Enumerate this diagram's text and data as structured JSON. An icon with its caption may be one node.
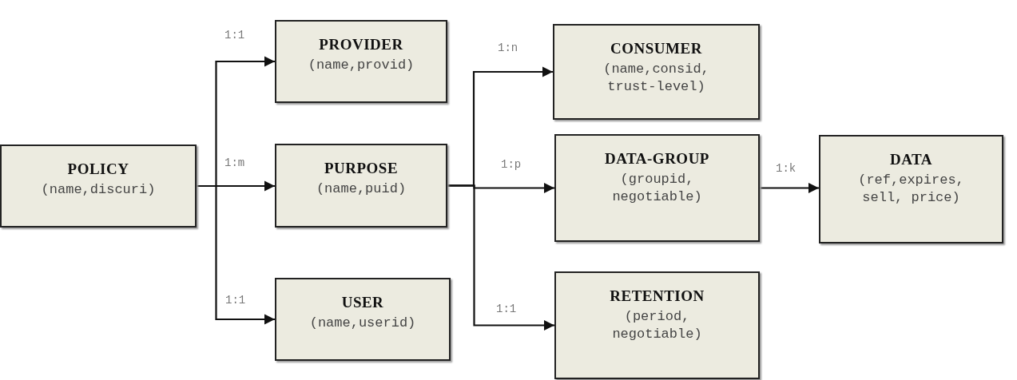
{
  "diagram": {
    "nodes": [
      {
        "text": [
          "POLICY",
          "(name,discuri)"
        ]
      },
      {
        "text": [
          "PROVIDER",
          "(name,provid)"
        ]
      },
      {
        "text": [
          "PURPOSE",
          "(name,puid)"
        ]
      },
      {
        "text": [
          "USER",
          "(name,userid)"
        ]
      },
      {
        "text": [
          "CONSUMER",
          "(name,consid, trust-level)"
        ]
      },
      {
        "text": [
          "DATA-GROUP",
          "(groupid, negotiable)"
        ]
      },
      {
        "text": [
          "RETENTION",
          "(period, negotiable)"
        ]
      },
      {
        "text": [
          "DATA",
          "(ref,expires, sell, price)"
        ]
      }
    ],
    "edges": [
      {
        "from": 0,
        "to": 1,
        "arrow": "to",
        "label": "1:1"
      },
      {
        "from": 0,
        "to": 2,
        "arrow": "to",
        "label": "1:m"
      },
      {
        "from": 0,
        "to": 3,
        "arrow": "to",
        "label": "1:1"
      },
      {
        "from": 2,
        "to": 4,
        "arrow": "to",
        "label": "1:n"
      },
      {
        "from": 2,
        "to": 5,
        "arrow": "to",
        "label": "1:p"
      },
      {
        "from": 2,
        "to": 6,
        "arrow": "to",
        "label": "1:1"
      },
      {
        "from": 5,
        "to": 7,
        "arrow": "to",
        "label": "1:k"
      }
    ]
  }
}
